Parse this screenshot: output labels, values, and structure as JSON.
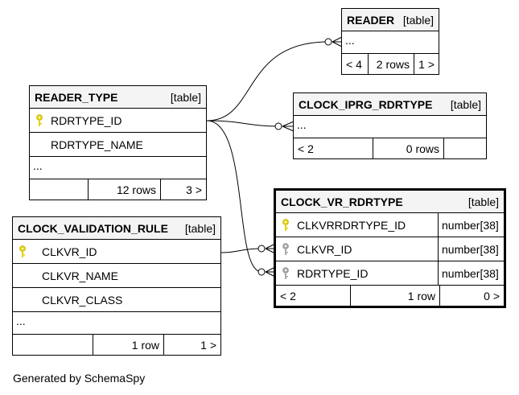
{
  "colors": {
    "pk_key": "#e6d200",
    "fk_key": "#a8a8a8",
    "header_bg": "#f4f4f4"
  },
  "tables": {
    "reader": {
      "name": "READER",
      "kind": "[table]",
      "ellipsis": "...",
      "footer": {
        "left": "< 4",
        "middle": "2 rows",
        "right": "1 >"
      }
    },
    "reader_type": {
      "name": "READER_TYPE",
      "kind": "[table]",
      "columns": [
        {
          "name": "RDRTYPE_ID",
          "key": "primary"
        },
        {
          "name": "RDRTYPE_NAME",
          "key": "none"
        }
      ],
      "ellipsis": "...",
      "footer": {
        "left": "",
        "middle": "12 rows",
        "right": "3 >"
      }
    },
    "clock_iprg_rdrtype": {
      "name": "CLOCK_IPRG_RDRTYPE",
      "kind": "[table]",
      "ellipsis": "...",
      "footer": {
        "left": "< 2",
        "middle": "0 rows",
        "right": ""
      }
    },
    "clock_vr_rdrtype": {
      "name": "CLOCK_VR_RDRTYPE",
      "kind": "[table]",
      "columns": [
        {
          "name": "CLKVRRDRTYPE_ID",
          "type": "number[38]",
          "key": "primary"
        },
        {
          "name": "CLKVR_ID",
          "type": "number[38]",
          "key": "foreign"
        },
        {
          "name": "RDRTYPE_ID",
          "type": "number[38]",
          "key": "foreign"
        }
      ],
      "footer": {
        "left": "< 2",
        "middle": "1 row",
        "right": "0 >"
      }
    },
    "clock_validation_rule": {
      "name": "CLOCK_VALIDATION_RULE",
      "kind": "[table]",
      "columns": [
        {
          "name": "CLKVR_ID",
          "key": "primary"
        },
        {
          "name": "CLKVR_NAME",
          "key": "none"
        },
        {
          "name": "CLKVR_CLASS",
          "key": "none"
        }
      ],
      "ellipsis": "...",
      "footer": {
        "left": "",
        "middle": "1 row",
        "right": "1 >"
      }
    }
  },
  "relationships": [
    {
      "from": "reader_type.RDRTYPE_ID",
      "to": "reader"
    },
    {
      "from": "reader_type.RDRTYPE_ID",
      "to": "clock_iprg_rdrtype"
    },
    {
      "from": "reader_type.RDRTYPE_ID",
      "to": "clock_vr_rdrtype.RDRTYPE_ID"
    },
    {
      "from": "clock_validation_rule.CLKVR_ID",
      "to": "clock_vr_rdrtype.CLKVR_ID"
    }
  ],
  "footer_note": "Generated by SchemaSpy"
}
